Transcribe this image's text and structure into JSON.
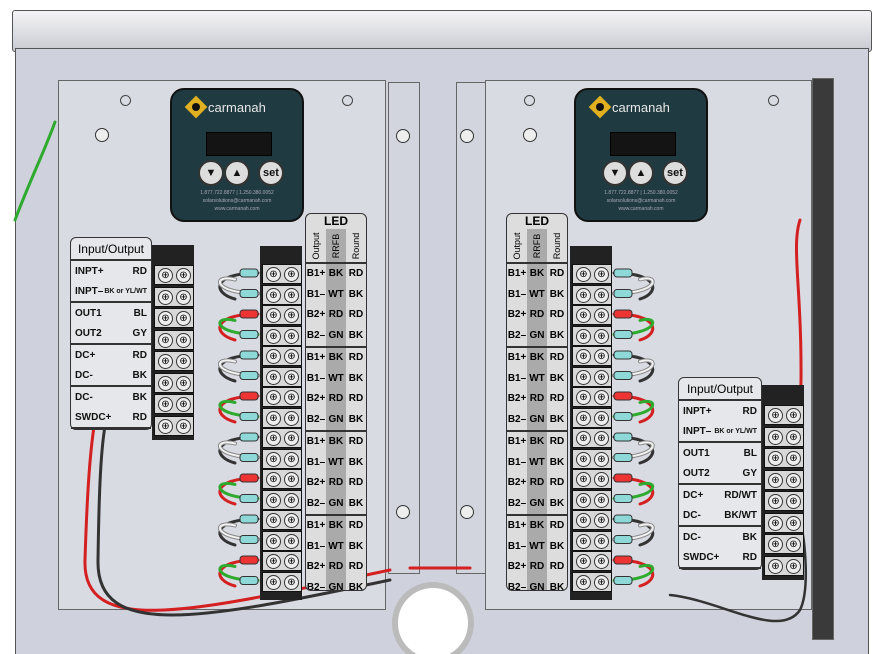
{
  "controllers": [
    {
      "brand": "carmanah",
      "button_down": "▼",
      "button_up": "▲",
      "button_set": "set",
      "phone": "1.877.722.8877 | 1.250.380.0052",
      "email": "solarsolutions@carmanah.com",
      "web": "www.carmanah.com"
    },
    {
      "brand": "carmanah",
      "button_down": "▼",
      "button_up": "▲",
      "button_set": "set",
      "phone": "1.877.722.8877 | 1.250.380.0052",
      "email": "solarsolutions@carmanah.com",
      "web": "www.carmanah.com"
    }
  ],
  "io_left": {
    "title": "Input/Output",
    "rows": [
      {
        "label": "INPT+",
        "color": "RD"
      },
      {
        "label": "INPT–",
        "color": "BK or YL/WT"
      },
      {
        "label": "OUT1",
        "color": "BL"
      },
      {
        "label": "OUT2",
        "color": "GY"
      },
      {
        "label": "DC+",
        "color": "RD"
      },
      {
        "label": "DC-",
        "color": "BK"
      },
      {
        "label": "DC-",
        "color": "BK"
      },
      {
        "label": "SWDC+",
        "color": "RD"
      }
    ]
  },
  "io_right": {
    "title": "Input/Output",
    "rows": [
      {
        "label": "INPT+",
        "color": "RD"
      },
      {
        "label": "INPT–",
        "color": "BK or YL/WT"
      },
      {
        "label": "OUT1",
        "color": "BL"
      },
      {
        "label": "OUT2",
        "color": "GY"
      },
      {
        "label": "DC+",
        "color": "RD/WT"
      },
      {
        "label": "DC-",
        "color": "BK/WT"
      },
      {
        "label": "DC-",
        "color": "BK"
      },
      {
        "label": "SWDC+",
        "color": "RD"
      }
    ]
  },
  "led_table": {
    "title": "LED",
    "headers": [
      "Output",
      "RRFB",
      "Round"
    ],
    "rows": [
      [
        "B1+",
        "BK",
        "RD"
      ],
      [
        "B1–",
        "WT",
        "BK"
      ],
      [
        "B2+",
        "RD",
        "RD"
      ],
      [
        "B2–",
        "GN",
        "BK"
      ],
      [
        "B1+",
        "BK",
        "RD"
      ],
      [
        "B1–",
        "WT",
        "BK"
      ],
      [
        "B2+",
        "RD",
        "RD"
      ],
      [
        "B2–",
        "GN",
        "BK"
      ],
      [
        "B1+",
        "BK",
        "RD"
      ],
      [
        "B1–",
        "WT",
        "BK"
      ],
      [
        "B2+",
        "RD",
        "RD"
      ],
      [
        "B2–",
        "GN",
        "BK"
      ],
      [
        "B1+",
        "BK",
        "RD"
      ],
      [
        "B1–",
        "WT",
        "BK"
      ],
      [
        "B2+",
        "RD",
        "RD"
      ],
      [
        "B2–",
        "GN",
        "BK"
      ]
    ]
  },
  "wire_colors": {
    "BK": "#333333",
    "WT": "#f2f2f2",
    "RD": "#d42020",
    "GN": "#2eaa2e"
  },
  "screw_glyph": "⊕"
}
